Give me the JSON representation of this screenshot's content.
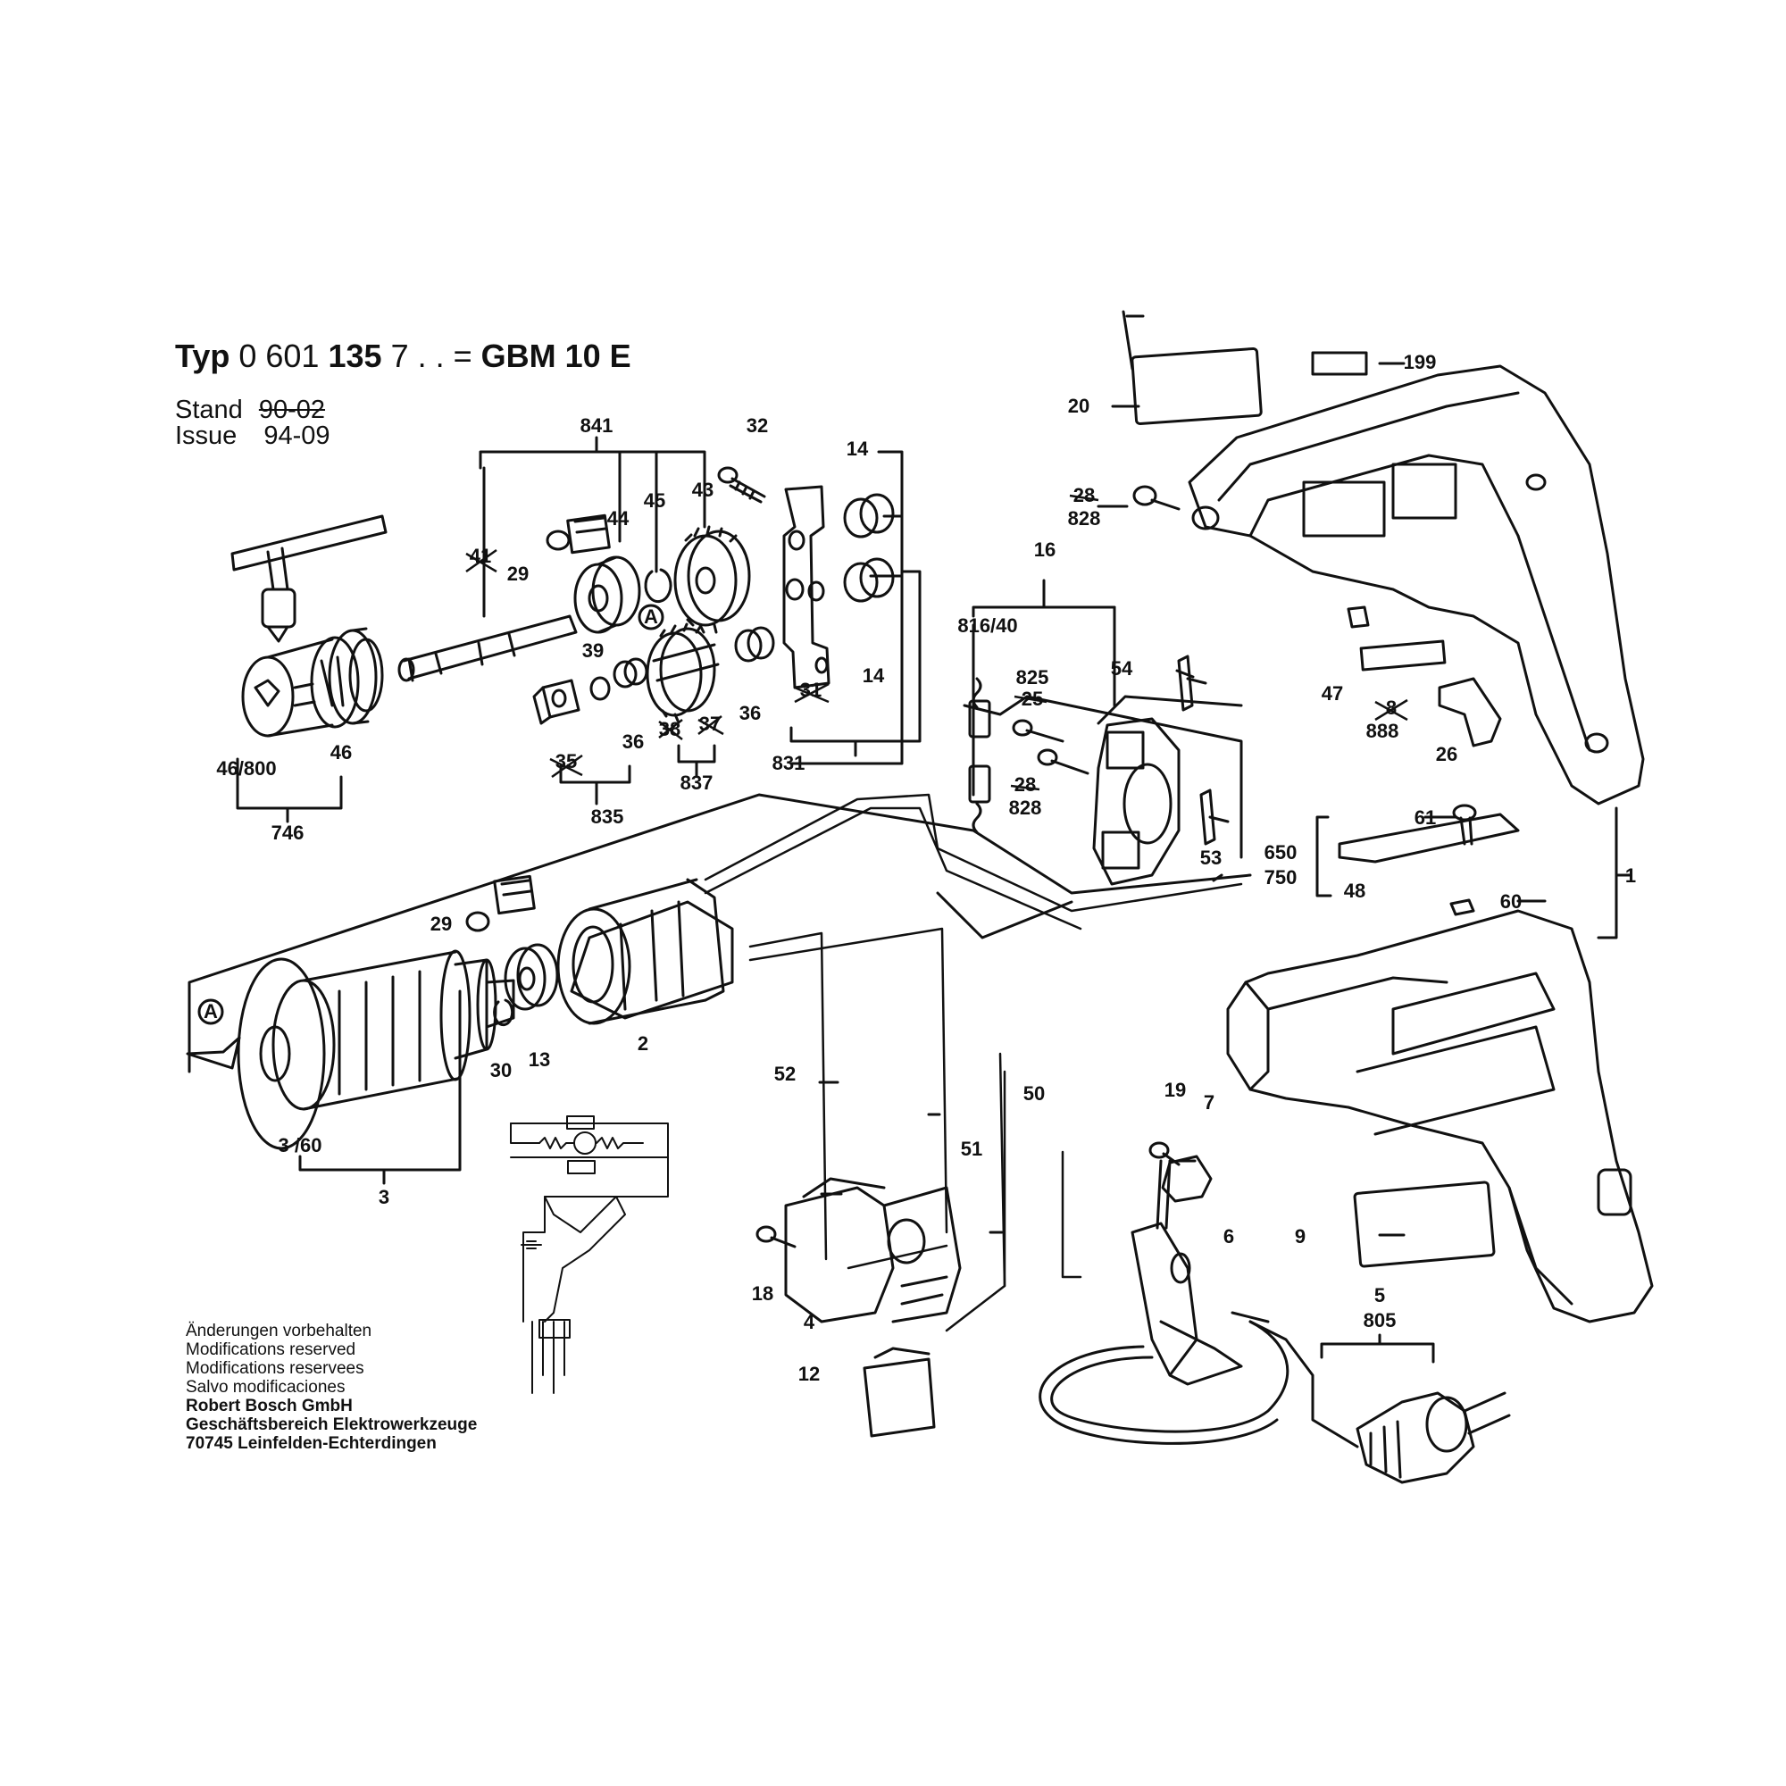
{
  "header": {
    "typ_label": "Typ",
    "typ_prefix": "0 601",
    "typ_number": "135",
    "typ_suffix": "7 . . =",
    "model": "GBM 10 E",
    "stand_label": "Stand",
    "stand_value": "90-02",
    "issue_label": "Issue",
    "issue_value": "94-09"
  },
  "footer": {
    "lines": [
      "Änderungen vorbehalten",
      "Modifications reserved",
      "Modifications reservees",
      "Salvo modificaciones"
    ],
    "company": [
      "Robert Bosch GmbH",
      "Geschäftsbereich Elektrowerkzeuge",
      "70745 Leinfelden-Echterdingen"
    ]
  },
  "callout_A": "A",
  "parts": [
    {
      "id": "p841",
      "text": "841"
    },
    {
      "id": "p32",
      "text": "32"
    },
    {
      "id": "p14a",
      "text": "14"
    },
    {
      "id": "p199",
      "text": "199"
    },
    {
      "id": "p20",
      "text": "20"
    },
    {
      "id": "p44",
      "text": "44"
    },
    {
      "id": "p45",
      "text": "45"
    },
    {
      "id": "p43",
      "text": "43"
    },
    {
      "id": "p41",
      "text": "41"
    },
    {
      "id": "p29a",
      "text": "29"
    },
    {
      "id": "p39",
      "text": "39"
    },
    {
      "id": "p36a",
      "text": "36"
    },
    {
      "id": "p36b",
      "text": "36"
    },
    {
      "id": "p31",
      "text": "31"
    },
    {
      "id": "p14b",
      "text": "14"
    },
    {
      "id": "p38",
      "text": "38"
    },
    {
      "id": "p37",
      "text": "37"
    },
    {
      "id": "p35",
      "text": "35"
    },
    {
      "id": "p835",
      "text": "835"
    },
    {
      "id": "p837",
      "text": "837"
    },
    {
      "id": "p831",
      "text": "831"
    },
    {
      "id": "p46800",
      "text": "46/800"
    },
    {
      "id": "p46",
      "text": "46"
    },
    {
      "id": "p746",
      "text": "746"
    },
    {
      "id": "p28a",
      "text": "28"
    },
    {
      "id": "p828a",
      "text": "828"
    },
    {
      "id": "p16",
      "text": "16"
    },
    {
      "id": "p81640",
      "text": "816/40"
    },
    {
      "id": "p825",
      "text": "825"
    },
    {
      "id": "p25",
      "text": "25"
    },
    {
      "id": "p28b",
      "text": "28"
    },
    {
      "id": "p828b",
      "text": "828"
    },
    {
      "id": "p54",
      "text": "54"
    },
    {
      "id": "p53",
      "text": "53"
    },
    {
      "id": "p47",
      "text": "47"
    },
    {
      "id": "p8",
      "text": "8"
    },
    {
      "id": "p888",
      "text": "888"
    },
    {
      "id": "p26",
      "text": "26"
    },
    {
      "id": "p61",
      "text": "61"
    },
    {
      "id": "p650",
      "text": "650"
    },
    {
      "id": "p750",
      "text": "750"
    },
    {
      "id": "p48",
      "text": "48"
    },
    {
      "id": "p60",
      "text": "60"
    },
    {
      "id": "p1",
      "text": "1"
    },
    {
      "id": "p29b",
      "text": "29"
    },
    {
      "id": "p30",
      "text": "30"
    },
    {
      "id": "p13",
      "text": "13"
    },
    {
      "id": "p2",
      "text": "2"
    },
    {
      "id": "p360",
      "text": "3 /60"
    },
    {
      "id": "p3",
      "text": "3"
    },
    {
      "id": "p52",
      "text": "52"
    },
    {
      "id": "p50",
      "text": "50"
    },
    {
      "id": "p51",
      "text": "51"
    },
    {
      "id": "p18",
      "text": "18"
    },
    {
      "id": "p4",
      "text": "4"
    },
    {
      "id": "p12",
      "text": "12"
    },
    {
      "id": "p19",
      "text": "19"
    },
    {
      "id": "p7",
      "text": "7"
    },
    {
      "id": "p6",
      "text": "6"
    },
    {
      "id": "p9",
      "text": "9"
    },
    {
      "id": "p5",
      "text": "5"
    },
    {
      "id": "p805",
      "text": "805"
    }
  ]
}
